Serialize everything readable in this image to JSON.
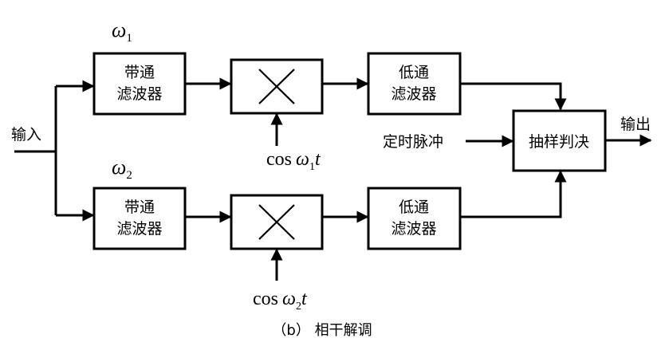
{
  "input_label": "输入",
  "output_label": "输出",
  "timing_label": "定时脉冲",
  "bandpass": [
    {
      "freq_symbol": "ω",
      "freq_sub": "1",
      "line1": "带通",
      "line2": "滤波器"
    },
    {
      "freq_symbol": "ω",
      "freq_sub": "2",
      "line1": "带通",
      "line2": "滤波器"
    }
  ],
  "lowpass": [
    {
      "line1": "低通",
      "line2": "滤波器"
    },
    {
      "line1": "低通",
      "line2": "滤波器"
    }
  ],
  "carriers": [
    {
      "func": "cos",
      "symbol": "ω",
      "sub": "1",
      "var": "t"
    },
    {
      "func": "cos",
      "symbol": "ω",
      "sub": "2",
      "var": "t"
    }
  ],
  "decision_label": "抽样判决",
  "caption": "（b） 相干解调"
}
